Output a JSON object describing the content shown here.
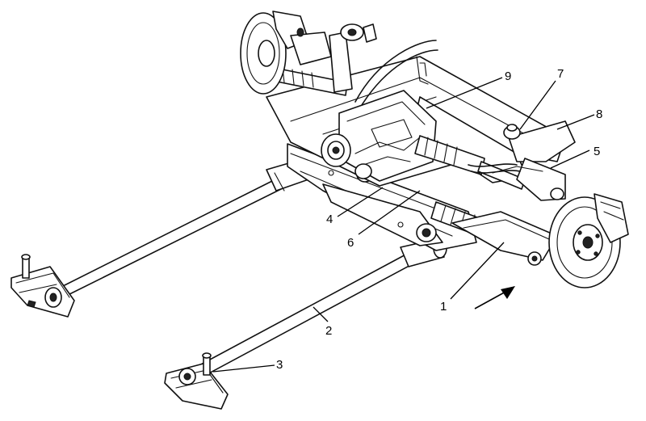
{
  "diagram": {
    "callouts": [
      {
        "id": "1",
        "label": "1"
      },
      {
        "id": "2",
        "label": "2"
      },
      {
        "id": "3",
        "label": "3"
      },
      {
        "id": "4",
        "label": "4"
      },
      {
        "id": "5",
        "label": "5"
      },
      {
        "id": "6",
        "label": "6"
      },
      {
        "id": "7",
        "label": "7"
      },
      {
        "id": "8",
        "label": "8"
      },
      {
        "id": "9",
        "label": "9"
      }
    ],
    "icons": {
      "direction_arrow": "direction-arrow-icon"
    }
  }
}
